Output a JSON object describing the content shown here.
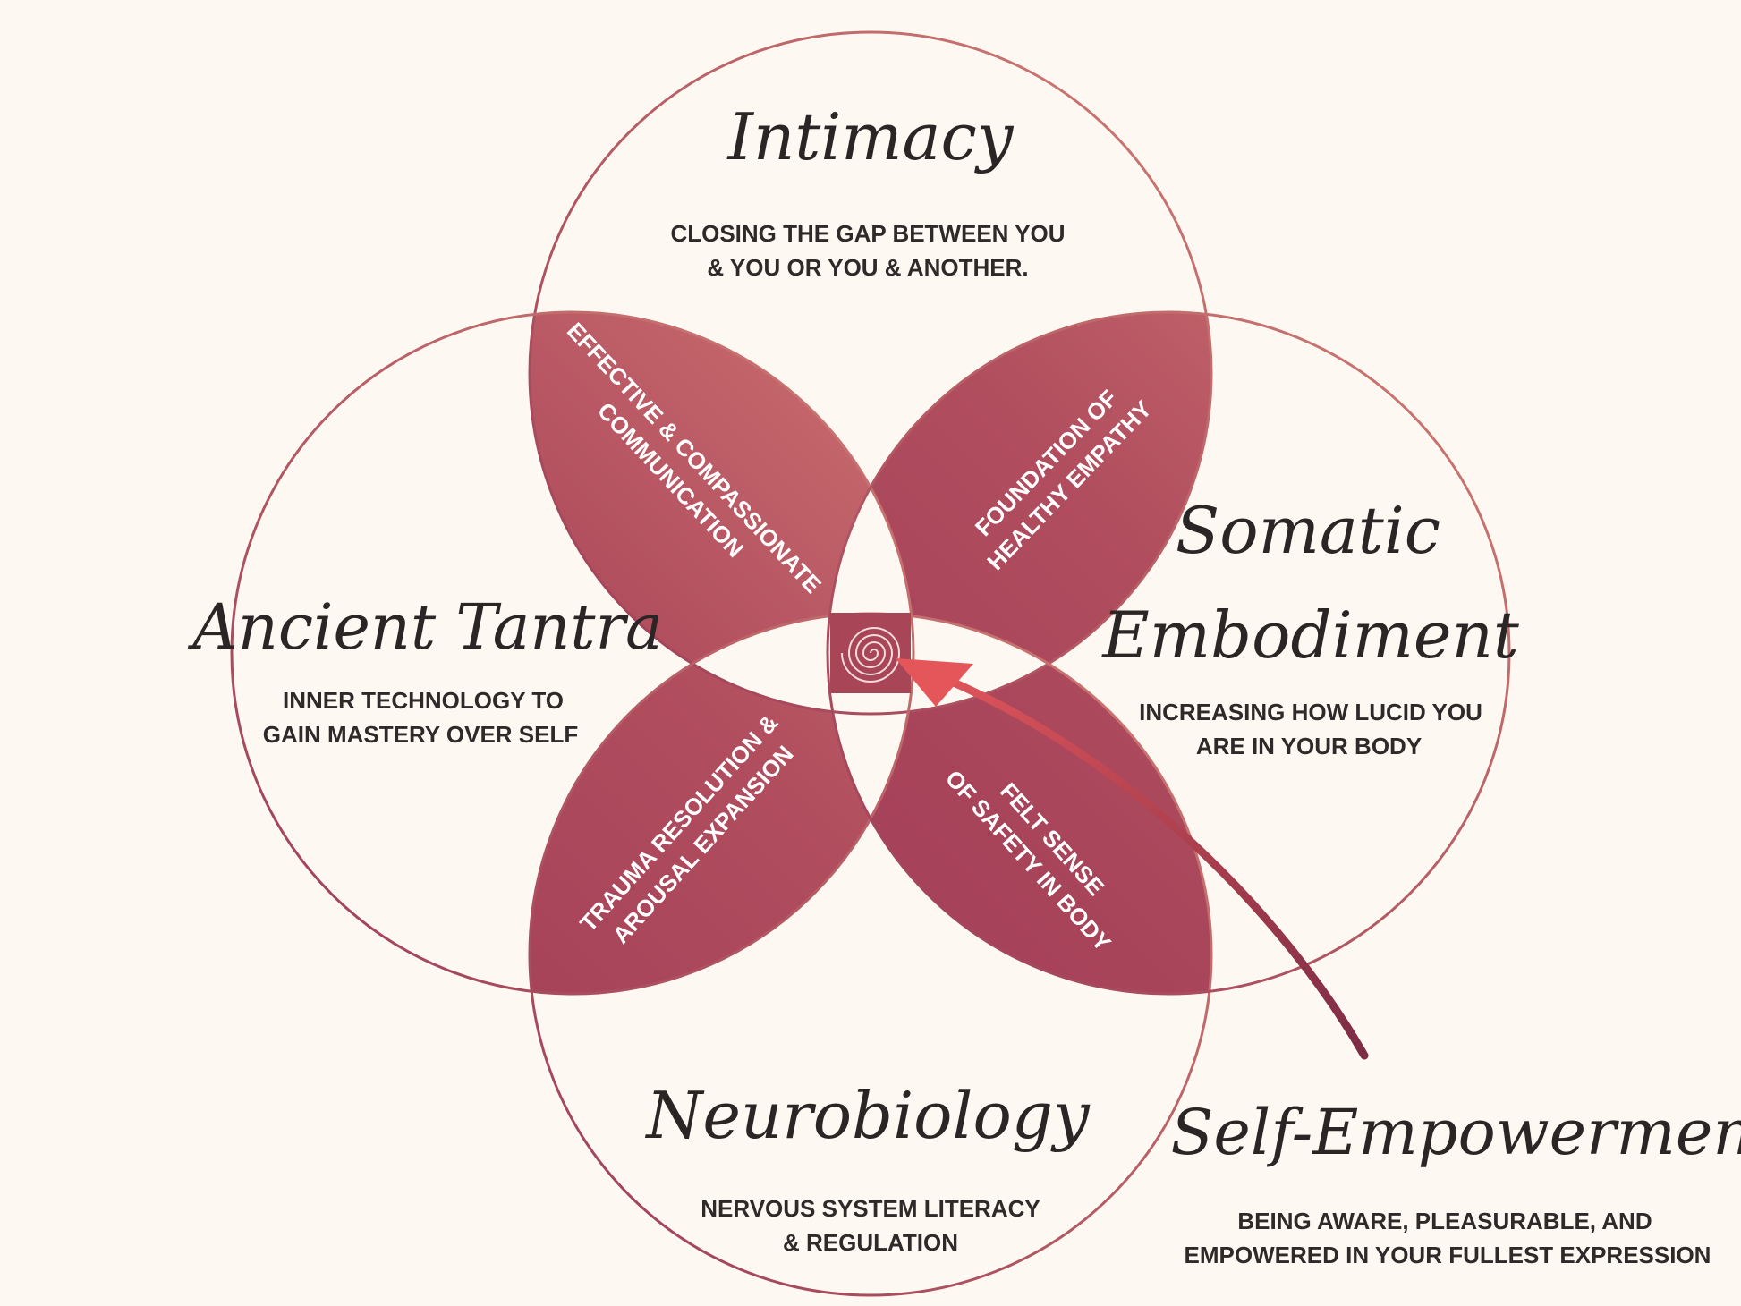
{
  "colors": {
    "background": "#fdf8f1",
    "petal_light": "#c96a6a",
    "petal_dark": "#a8415a",
    "ring": "#b85f6c",
    "arrow": "#8e3449",
    "arrow_head": "#e5565a",
    "text_dark": "#2f2a2a",
    "text_light": "#ffffff"
  },
  "circles": {
    "top": {
      "title": "Intimacy",
      "line1": "CLOSING THE GAP BETWEEN YOU",
      "line2": "& YOU OR YOU & ANOTHER."
    },
    "left": {
      "title": "Ancient Tantra",
      "line1": "INNER TECHNOLOGY TO",
      "line2": "GAIN MASTERY OVER SELF"
    },
    "right": {
      "title_line1": "Somatic",
      "title_line2": "Embodiment",
      "line1": "INCREASING HOW LUCID YOU",
      "line2": "ARE IN YOUR BODY"
    },
    "bottom": {
      "title": "Neurobiology",
      "line1": "NERVOUS SYSTEM LITERACY",
      "line2": "& REGULATION"
    }
  },
  "petals": {
    "top_left": {
      "line1": "EFFECTIVE & COMPASSIONATE",
      "line2": "COMMUNICATION"
    },
    "top_right": {
      "line1": "FOUNDATION OF",
      "line2": "HEALTHY EMPATHY"
    },
    "bottom_left": {
      "line1": "TRAUMA RESOLUTION &",
      "line2": "AROUSAL EXPANSION"
    },
    "bottom_right": {
      "line1": "FELT SENSE",
      "line2": "OF SAFETY IN BODY"
    }
  },
  "center": {
    "icon": "spiral-icon"
  },
  "callout": {
    "title": "Self-Empowerment",
    "line1": "BEING AWARE, PLEASURABLE,  AND",
    "line2": "EMPOWERED IN YOUR FULLEST EXPRESSION",
    "icon": "arrow-icon"
  }
}
